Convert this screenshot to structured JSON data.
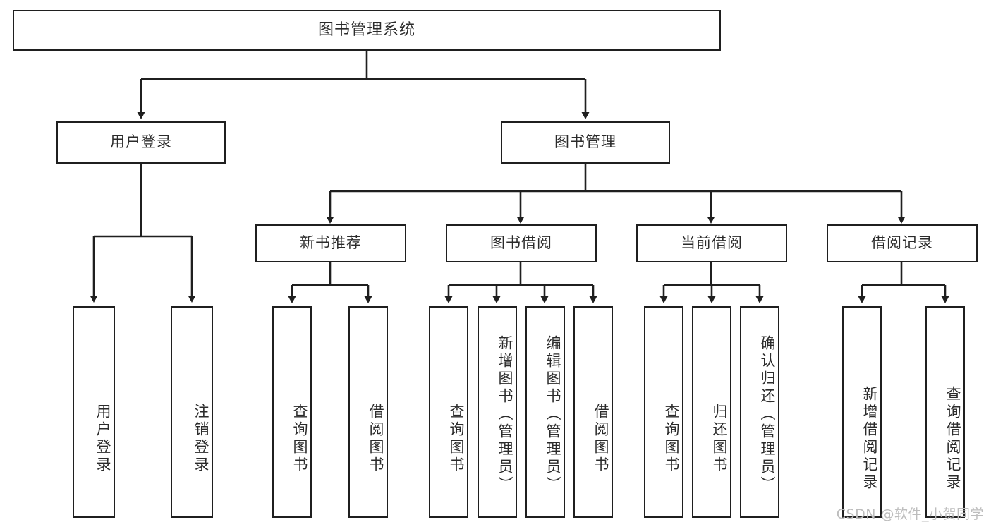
{
  "diagram": {
    "title": "图书管理系统",
    "watermark": "CSDN @软件_小贺同学",
    "line_color": "#1f1f1f",
    "text_color": "#2b2b2b",
    "background": "#ffffff",
    "root": {
      "label": "图书管理系统"
    },
    "level1": [
      {
        "label": "用户登录"
      },
      {
        "label": "图书管理"
      }
    ],
    "level2": [
      {
        "label": "新书推荐"
      },
      {
        "label": "图书借阅"
      },
      {
        "label": "当前借阅"
      },
      {
        "label": "借阅记录"
      }
    ],
    "leaves": {
      "user_login": [
        {
          "label": "用户登录"
        },
        {
          "label": "注销登录"
        }
      ],
      "new_book": [
        {
          "label": "查询图书"
        },
        {
          "label": "借阅图书"
        }
      ],
      "borrow_book": [
        {
          "label": "查询图书"
        },
        {
          "label": "新增图书（管理员）"
        },
        {
          "label": "编辑图书（管理员）"
        },
        {
          "label": "借阅图书"
        }
      ],
      "current_borrow": [
        {
          "label": "查询图书"
        },
        {
          "label": "归还图书"
        },
        {
          "label": "确认归还（管理员）"
        }
      ],
      "borrow_record": [
        {
          "label": "新增借阅记录"
        },
        {
          "label": "查询借阅记录"
        }
      ]
    }
  }
}
